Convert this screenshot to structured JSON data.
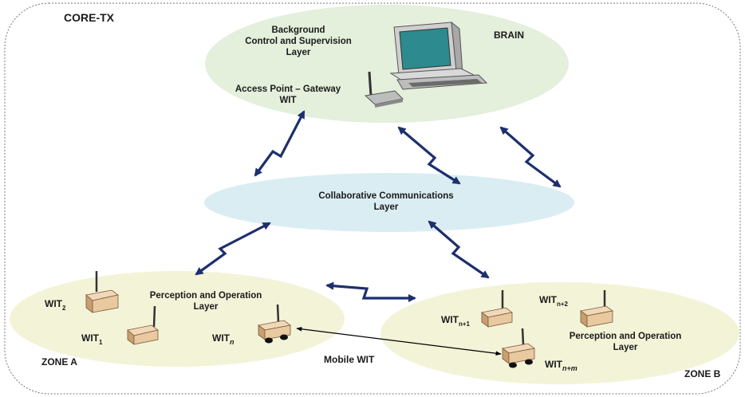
{
  "title": "CORE-TX",
  "brain": {
    "label": "BRAIN",
    "layer_line1": "Background",
    "layer_line2": "Control and Supervision",
    "layer_line3": "Layer",
    "gateway_line1": "Access Point – Gateway",
    "gateway_line2": "WIT"
  },
  "collab": {
    "line1": "Collaborative Communications",
    "line2": "Layer"
  },
  "zone_a": {
    "label": "ZONE A",
    "layer_line1": "Perception and Operation",
    "layer_line2": "Layer",
    "wit_2": {
      "base": "WIT",
      "sub": "2"
    },
    "wit_1": {
      "base": "WIT",
      "sub": "1"
    },
    "wit_n": {
      "base": "WIT",
      "sub": "n"
    }
  },
  "zone_b": {
    "label": "ZONE B",
    "layer_line1": "Perception and Operation",
    "layer_line2": "Layer",
    "wit_n1": {
      "base": "WIT",
      "sub": "n+1"
    },
    "wit_n2": {
      "base": "WIT",
      "sub": "n+2"
    },
    "wit_nm": {
      "base": "WIT",
      "sub": "n+m"
    }
  },
  "mobile_wit": "Mobile WIT",
  "colors": {
    "brain_fill": "#e4efdc",
    "collab_fill": "#daedf2",
    "zone_fill": "#f3f3d8",
    "link": "#1e2f6e",
    "box_face": "#e9c9a0",
    "box_side": "#c99f70"
  },
  "icons": [
    "computer-icon",
    "access-point-icon",
    "wit-box-icon",
    "mobile-wit-icon",
    "wireless-link-icon"
  ]
}
